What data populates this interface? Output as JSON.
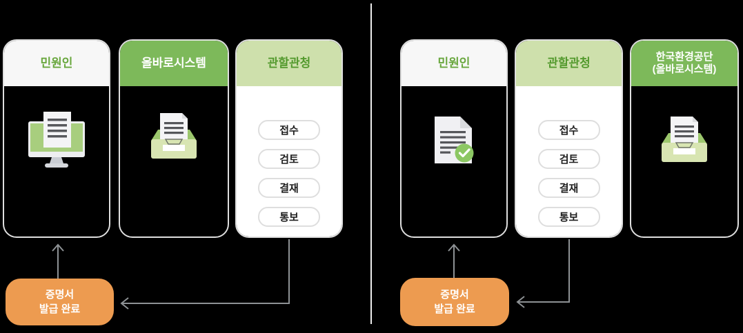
{
  "colors": {
    "background": "#000000",
    "green_header": "#7DB95A",
    "light_green_header": "#CEE0AC",
    "white_header": "#F7F7F7",
    "header_text_green": "#69A73E",
    "light_header_text_green": "#549A2E",
    "orange_box": "#ED9B50",
    "arrow_gray": "#8E9295",
    "card_border": "#DFDFDF"
  },
  "left_flow": {
    "cards": [
      {
        "label": "민원인",
        "icon": "monitor-document-icon"
      },
      {
        "label": "올바로시스템",
        "icon": "inbox-document-icon"
      },
      {
        "label": "관할관청",
        "steps": [
          "접수",
          "검토",
          "결재",
          "통보"
        ]
      }
    ],
    "result_box": {
      "line1": "증명서",
      "line2": "발급 완료"
    }
  },
  "right_flow": {
    "cards": [
      {
        "label": "민원인",
        "icon": "document-check-icon"
      },
      {
        "label": "관할관청",
        "steps": [
          "접수",
          "검토",
          "결재",
          "통보"
        ]
      },
      {
        "label": "한국환경공단",
        "label_line2": "(올바로시스템)",
        "icon": "inbox-document-icon"
      }
    ],
    "result_box": {
      "line1": "증명서",
      "line2": "발급 완료"
    }
  }
}
